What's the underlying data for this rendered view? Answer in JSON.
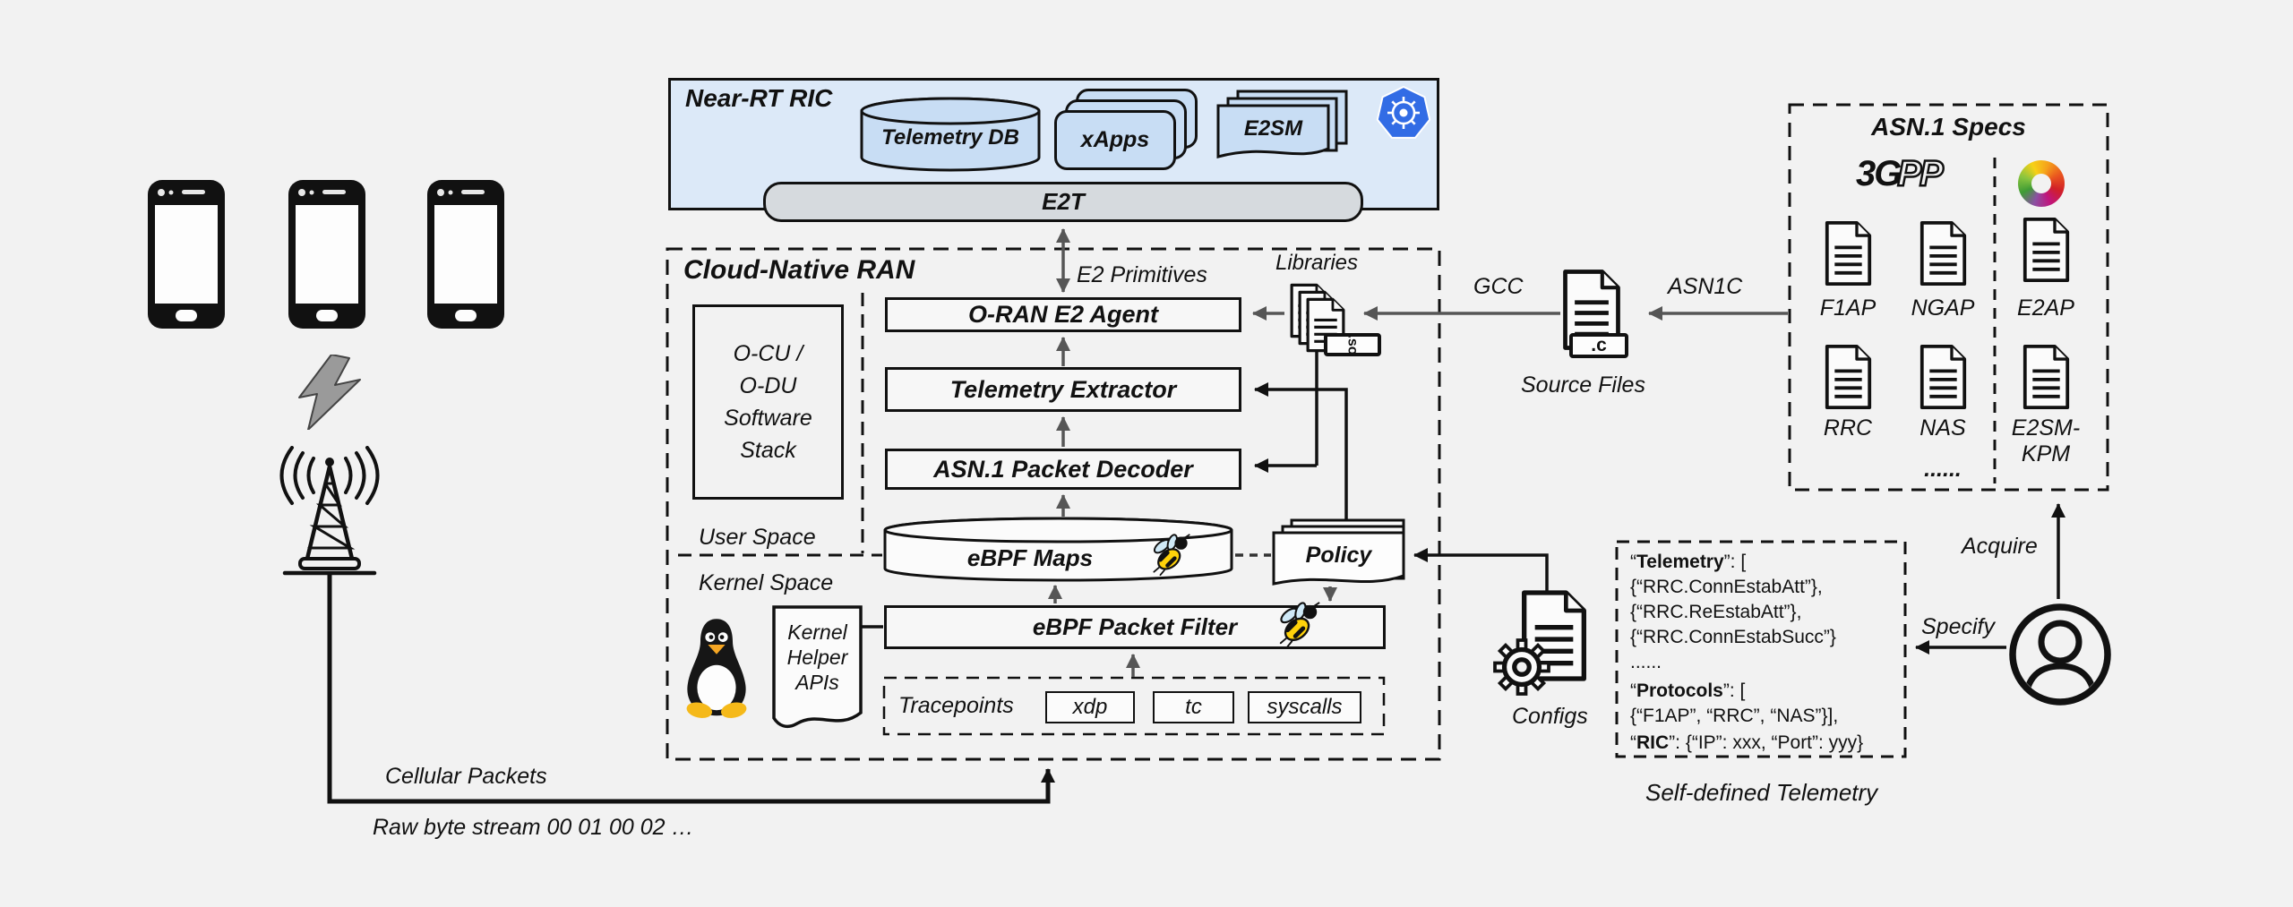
{
  "colors": {
    "background": "#f2f2f2",
    "ric_fill": "#dce9f8",
    "component_blue": "#c8ddf4",
    "e2t_gray": "#d6dade",
    "line_black": "#111111",
    "arrow_gray": "#565656",
    "k8s_blue": "#326ce5"
  },
  "near_rt_ric": {
    "title": "Near-RT RIC",
    "telemetry_db": "Telemetry DB",
    "xapps": "xApps",
    "e2sm": "E2SM",
    "e2t": "E2T"
  },
  "cloud_native_ran": {
    "title": "Cloud-Native RAN",
    "ocu_lines": [
      "O-CU /",
      "O-DU",
      "Software",
      "Stack"
    ],
    "user_space": "User Space",
    "kernel_space": "Kernel Space",
    "e2_agent": "O-RAN E2 Agent",
    "telemetry_extractor": "Telemetry Extractor",
    "asn1_decoder": "ASN.1 Packet Decoder",
    "ebpf_maps": "eBPF Maps",
    "policy": "Policy",
    "ebpf_filter": "eBPF Packet Filter",
    "kernel_helper_lines": [
      "Kernel",
      "Helper",
      "APIs"
    ],
    "tracepoints": "Tracepoints",
    "hooks": [
      "xdp",
      "tc",
      "syscalls"
    ]
  },
  "labels": {
    "e2_primitives": "E2 Primitives",
    "libraries": "Libraries",
    "so_tag": ".so",
    "gcc": "GCC",
    "asn1c": "ASN1C",
    "source_files": "Source Files",
    "c_tag": ".c",
    "acquire": "Acquire",
    "specify": "Specify",
    "configs": "Configs",
    "self_defined": "Self-defined Telemetry",
    "cellular_packets": "Cellular Packets",
    "raw_byte_stream": "Raw byte stream 00 01 00 02 …"
  },
  "asn1_specs": {
    "title": "ASN.1 Specs",
    "logo_3gpp_bold": "3G",
    "logo_3gpp_outline": "PP",
    "doc_labels": [
      "F1AP",
      "NGAP",
      "E2AP",
      "RRC",
      "NAS"
    ],
    "e2sm_kpm_lines": [
      "E2SM-",
      "KPM"
    ],
    "ellipsis": "......"
  },
  "telemetry_config": {
    "lines": [
      {
        "pre": "“",
        "key": "Telemetry",
        "rest": "”: ["
      },
      {
        "pre": "",
        "key": "",
        "rest": "{“RRC.ConnEstabAtt”},"
      },
      {
        "pre": "",
        "key": "",
        "rest": "{“RRC.ReEstabAtt”},"
      },
      {
        "pre": "",
        "key": "",
        "rest": "{“RRC.ConnEstabSucc”}"
      },
      {
        "pre": "",
        "key": "",
        "rest": "......"
      },
      {
        "pre": "“",
        "key": "Protocols",
        "rest": "”: ["
      },
      {
        "pre": "",
        "key": "",
        "rest": "{“F1AP”, “RRC”, “NAS”}],"
      },
      {
        "pre": "“",
        "key": "RIC",
        "rest": "”: {“IP”: xxx, “Port”: yyy}"
      }
    ]
  }
}
